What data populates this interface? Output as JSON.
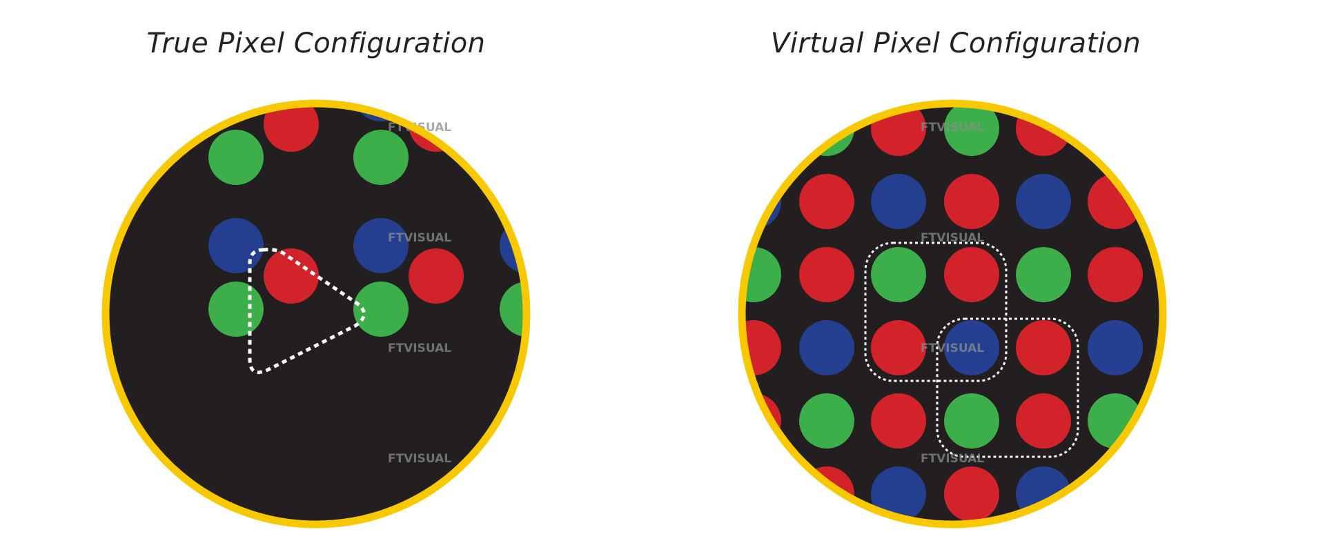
{
  "titles": {
    "left": "True Pixel Configuration",
    "right": "Virtual Pixel Configuration"
  },
  "watermark": "FTVISUAL",
  "colors": {
    "background": "#231f20",
    "ring": "#f8c900",
    "red": "#d2232a",
    "green": "#3daf4a",
    "blue": "#243f8f",
    "outline": "#ffffff",
    "watermark": "#8c8c8c"
  },
  "panels": [
    {
      "name": "true-pixel-lens",
      "arrangement": "triangular pixel clusters (blue, red, green) with one cluster highlighted",
      "highlight": "triangle"
    },
    {
      "name": "virtual-pixel-lens",
      "arrangement": "uniform grid of alternating red, green and blue LEDs with two overlapping virtual pixels highlighted",
      "highlight": "two overlapping rounded squares"
    }
  ]
}
